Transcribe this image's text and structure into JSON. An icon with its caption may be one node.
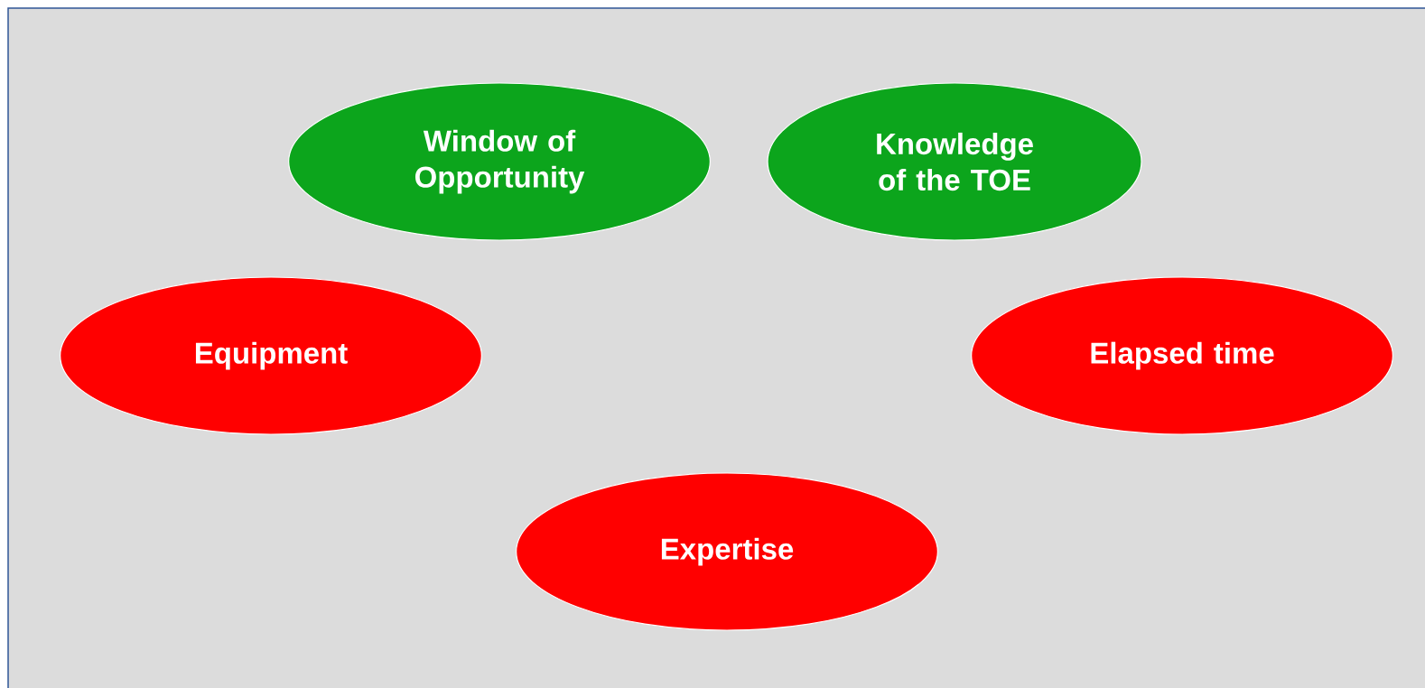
{
  "diagram": {
    "nodes": [
      {
        "text": [
          "Window of Opportunity"
        ]
      },
      {
        "text": [
          "Knowledge of the TOE"
        ]
      },
      {
        "text": [
          "Equipment"
        ]
      },
      {
        "text": [
          "Elapsed time"
        ]
      },
      {
        "text": [
          "Expertise"
        ]
      }
    ]
  }
}
